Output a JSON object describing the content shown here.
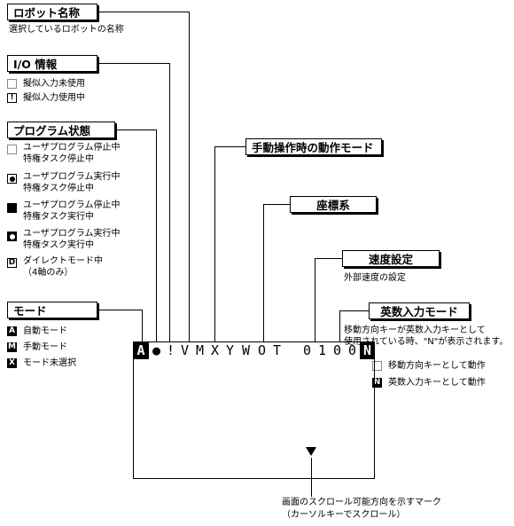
{
  "robot_name": {
    "header": "ロボット名称",
    "desc": "選択しているロボットの名称"
  },
  "io": {
    "header": "I/O 情報",
    "items": [
      "擬似入力未使用",
      "擬似入力使用中"
    ],
    "icon_chars": [
      "",
      "!"
    ]
  },
  "program": {
    "header": "プログラム状態",
    "items": [
      {
        "line1": "ユーザプログラム停止中",
        "line2": "特権タスク停止中"
      },
      {
        "line1": "ユーザプログラム実行中",
        "line2": "特権タスク停止中"
      },
      {
        "line1": "ユーザプログラム停止中",
        "line2": "特権タスク実行中"
      },
      {
        "line1": "ユーザプログラム実行中",
        "line2": "特権タスク実行中"
      },
      {
        "line1": "ダイレクトモード中",
        "line2": "（4軸のみ）"
      }
    ],
    "direct_icon": "D"
  },
  "mode": {
    "header": "モード",
    "items": [
      {
        "icon": "A",
        "label": "自動モード"
      },
      {
        "icon": "M",
        "label": "手動モード"
      },
      {
        "icon": "X",
        "label": "モード未選択"
      }
    ]
  },
  "manual_mode": {
    "header": "手動操作時の動作モード"
  },
  "coord": {
    "header": "座標系"
  },
  "speed": {
    "header": "速度設定",
    "desc": "外部速度の設定"
  },
  "alnum": {
    "header": "英数入力モード",
    "desc1": "移動方向キーが英数入力キーとして",
    "desc2": "使用されている時、\"N\"が表示されます。",
    "items": [
      {
        "icon": "",
        "label": "移動方向キーとして動作"
      },
      {
        "icon": "N",
        "label": "英数入力キーとして動作"
      }
    ]
  },
  "screen": {
    "cells": [
      "A",
      "●",
      "!",
      "V",
      "M",
      "X",
      "Y",
      "W",
      "O",
      "T",
      "",
      "0",
      "1",
      "0",
      "0",
      "N"
    ]
  },
  "scroll": {
    "line1": "画面のスクロール可能方向を示すマーク",
    "line2": "（カーソルキーでスクロール）"
  }
}
